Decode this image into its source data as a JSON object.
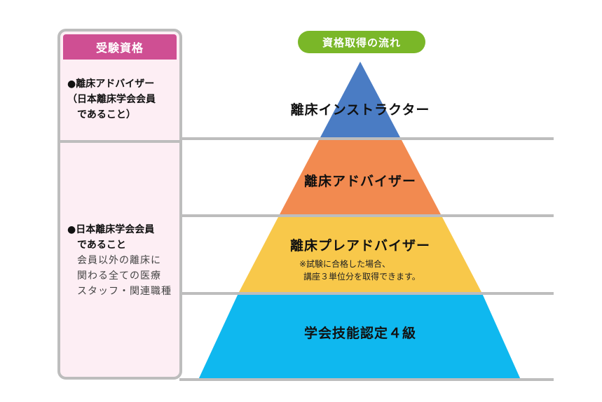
{
  "qualification_panel": {
    "title": "受験資格",
    "top_requirement": {
      "line1": "●離床アドバイザー",
      "line2": "（日本離床学会会員",
      "line3": "であること）"
    },
    "bottom_requirement": {
      "line1": "●日本離床学会会員",
      "line2": "であること",
      "line3": "会員以外の離床に",
      "line4": "関わる全ての医療",
      "line5": "スタッフ・関連職種"
    }
  },
  "flow_title": "資格取得の流れ",
  "levels": [
    {
      "label": "離床インストラクター",
      "color": "#4a7cc4"
    },
    {
      "label": "離床アドバイザー",
      "color": "#f28a50"
    },
    {
      "label": "離床プレアドバイザー",
      "color": "#f8c84a",
      "note_line1": "※試験に合格した場合、",
      "note_line2": "講座３単位分を取得できます。"
    },
    {
      "label": "学会技能認定４級",
      "color": "#0fb8ef"
    }
  ],
  "colors": {
    "panel_header": "#cf4f93",
    "panel_bg": "#fdeef4",
    "flow_pill": "#7ab728",
    "border_gray": "#bdbdbd"
  }
}
